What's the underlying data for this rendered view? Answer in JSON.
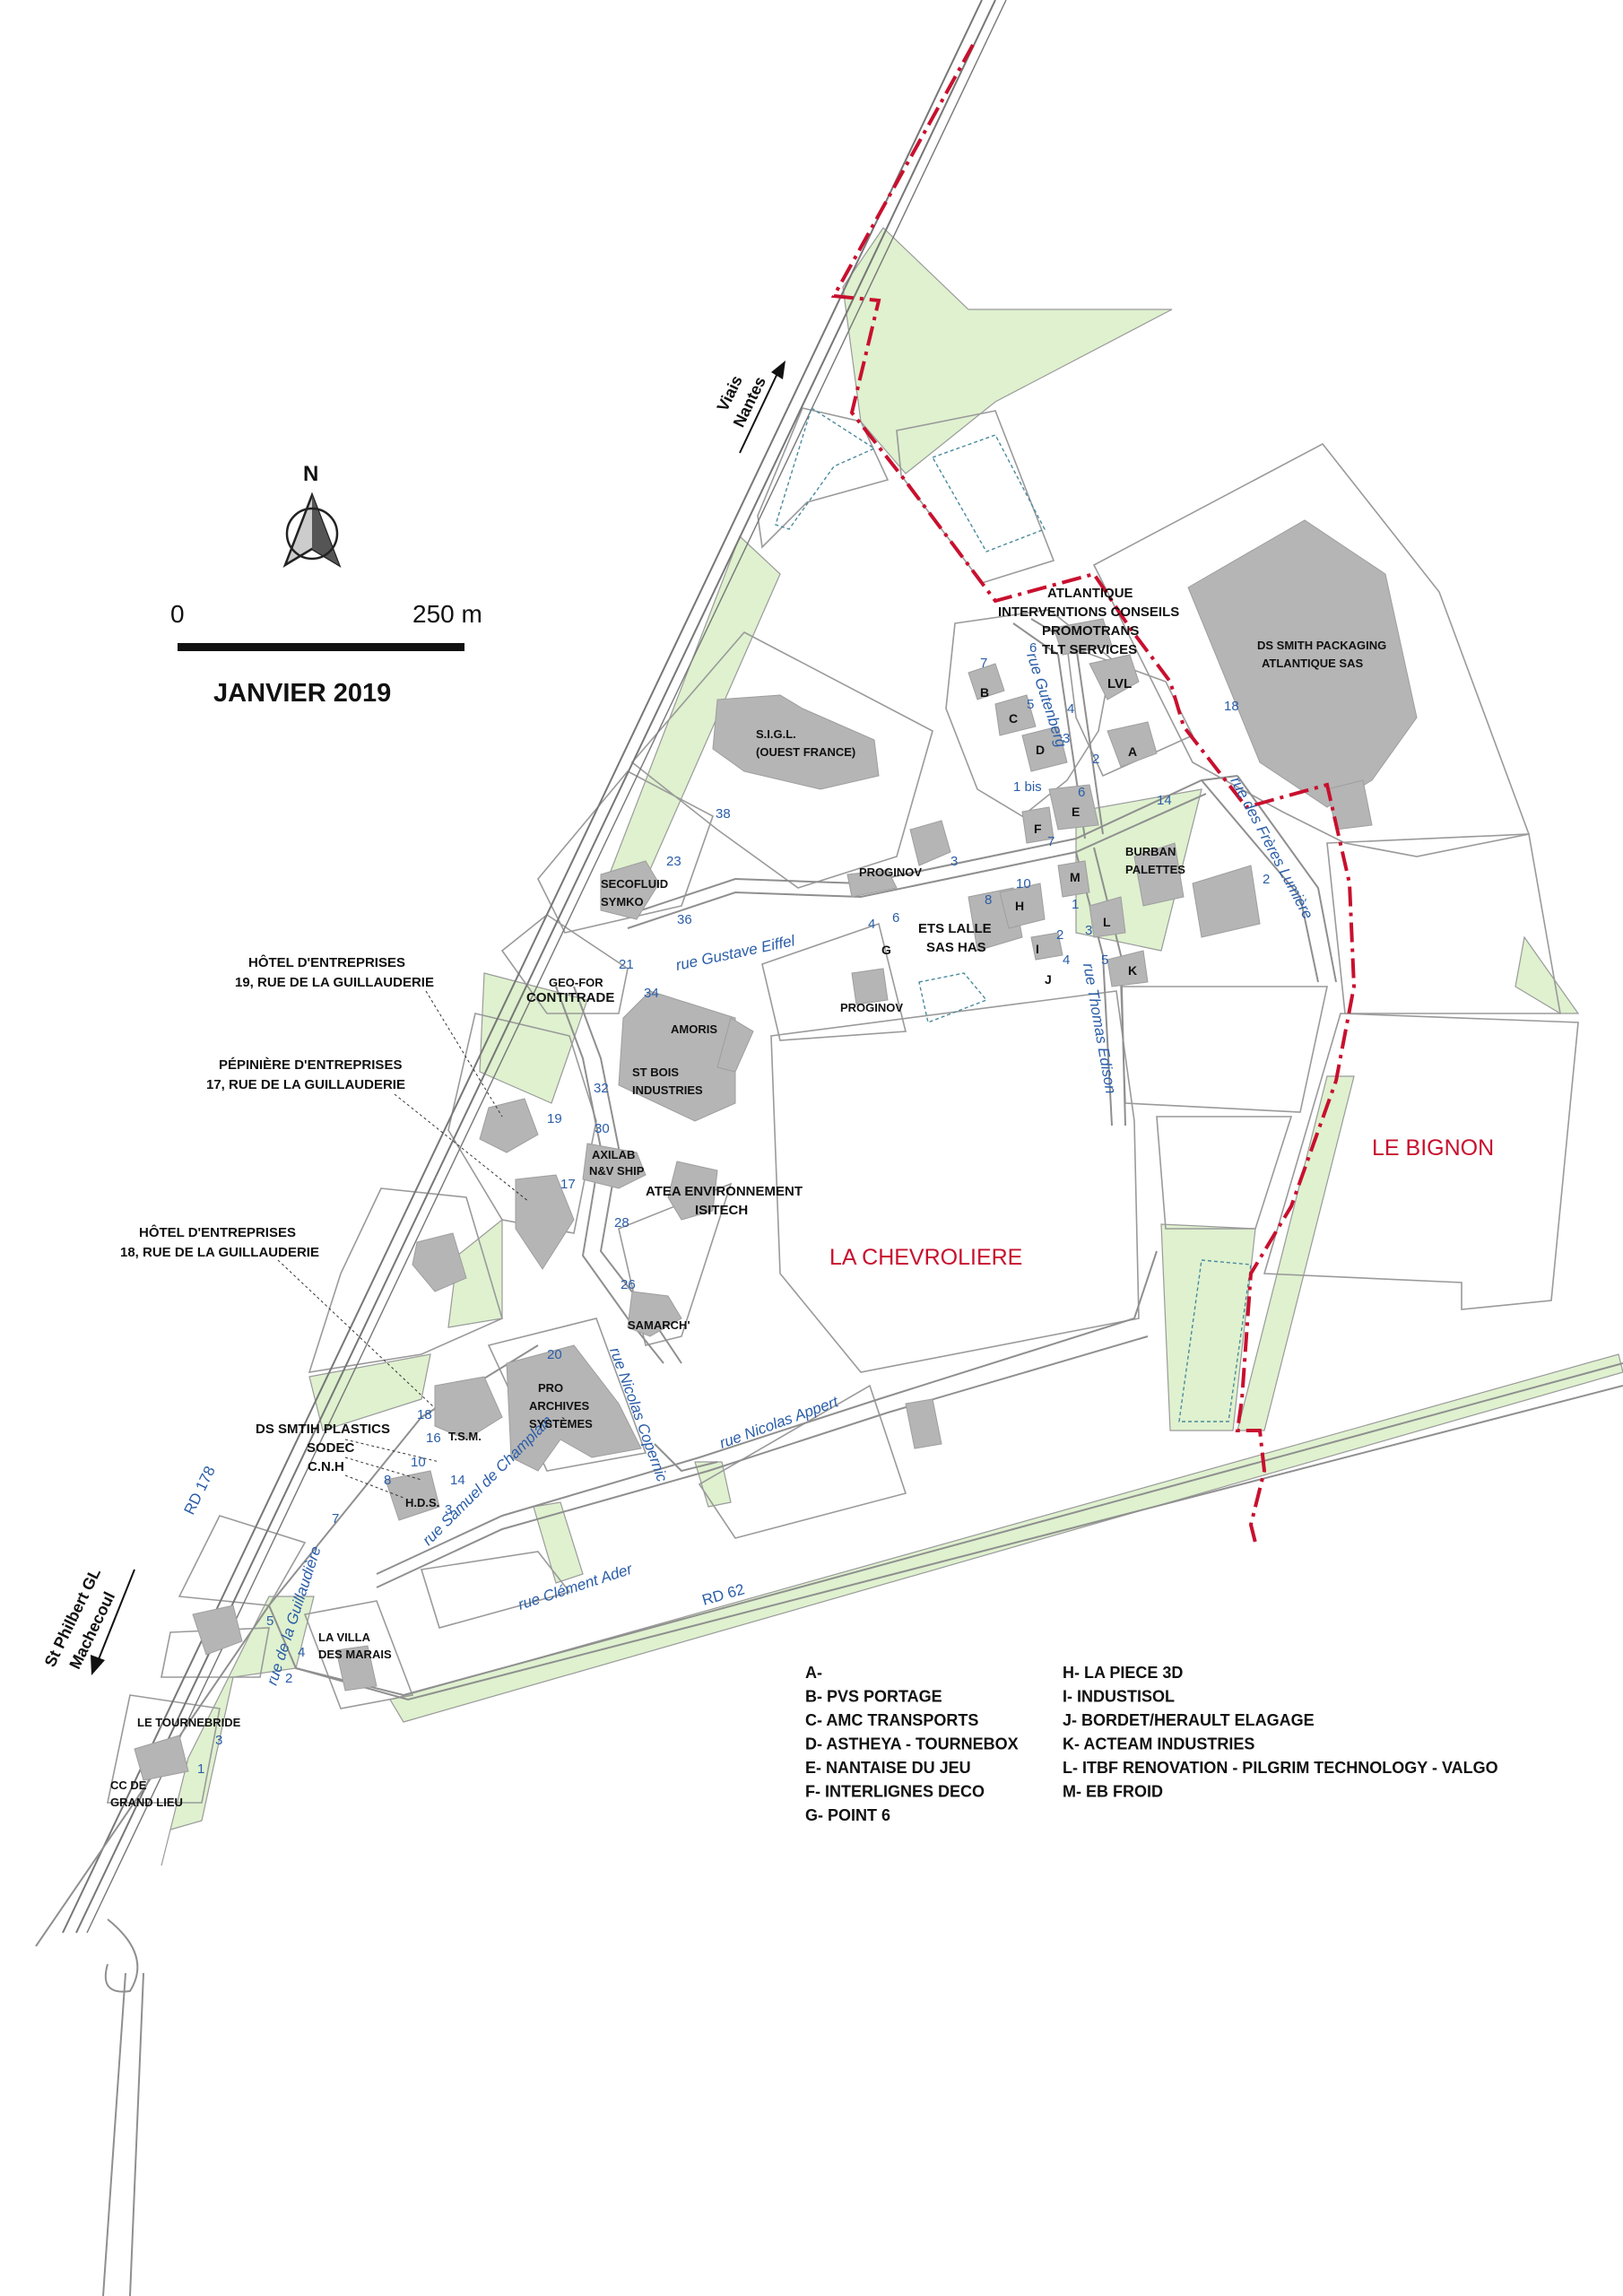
{
  "map": {
    "north_label": "N",
    "scale": {
      "start": "0",
      "end": "250  m"
    },
    "date": "JANVIER 2019",
    "communes": {
      "la_chevroliere": "LA CHEVROLIERE",
      "le_bignon": "LE BIGNON"
    },
    "directions": {
      "north_line1": "Viais",
      "north_line2": "Nantes",
      "south_line1": "St Philbert GL",
      "south_line2": "Machecoul"
    },
    "roads": {
      "rd178": "RD 178",
      "rd62": "RD 62"
    },
    "streets": {
      "gutenberg": "rue Gutenberg",
      "freres_lumiere": "rue des Frères Lumière",
      "gustave_eiffel": "rue Gustave Eiffel",
      "thomas_edison": "rue Thomas Edison",
      "nicolas_copernic": "rue Nicolas Copernic",
      "nicolas_appert": "rue Nicolas Appert",
      "samuel_champlain": "rue Samuel de Champlain",
      "clement_ader": "rue Clément Ader",
      "guillaudiere": "rue de la Guillaudière"
    },
    "companies": {
      "atlantique": "ATLANTIQUE",
      "interventions": "INTERVENTIONS CONSEILS",
      "promotrans": "PROMOTRANS",
      "tlt": "TLT SERVICES",
      "ds_smith_1": "DS SMITH PACKAGING",
      "ds_smith_2": "ATLANTIQUE SAS",
      "sigl_1": "S.I.G.L.",
      "sigl_2": "(OUEST FRANCE)",
      "lvl": "LVL",
      "burban_1": "BURBAN",
      "burban_2": "PALETTES",
      "secofluid": "SECOFLUID",
      "symko": "SYMKO",
      "proginov": "PROGINOV",
      "ets_lalle": "ETS LALLE",
      "sas_has": "SAS HAS",
      "geofor": "GEO-FOR",
      "contitrade": "CONTITRADE",
      "amoris": "AMORIS",
      "st_bois_1": "ST BOIS",
      "st_bois_2": "INDUSTRIES",
      "axilab": "AXILAB",
      "nv_ship": "N&V SHIP",
      "atea": "ATEA ENVIRONNEMENT",
      "isitech": "ISITECH",
      "samarch": "SAMARCH'",
      "pro_archives_1": "PRO",
      "pro_archives_2": "ARCHIVES",
      "pro_archives_3": "SYSTÈMES",
      "tsm": "T.S.M.",
      "hds": "H.D.S.",
      "ds_smtih_plastics": "DS SMTIH PLASTICS",
      "sodec": "SODEC",
      "cnh": "C.N.H",
      "villa_1": "LA VILLA",
      "villa_2": "DES MARAIS",
      "tournebride": "LE TOURNEBRIDE",
      "cc_1": "CC DE",
      "cc_2": "GRAND LIEU"
    },
    "annotations": {
      "hotel19_1": "HÔTEL D'ENTREPRISES",
      "hotel19_2": "19, RUE DE LA GUILLAUDERIE",
      "pepiniere_1": "PÉPINIÈRE D'ENTREPRISES",
      "pepiniere_2": "17, RUE DE LA GUILLAUDERIE",
      "hotel18_1": "HÔTEL D'ENTREPRISES",
      "hotel18_2": "18, RUE DE LA GUILLAUDERIE"
    },
    "letters": {
      "a": "A",
      "b": "B",
      "c": "C",
      "d": "D",
      "e": "E",
      "f": "F",
      "g": "G",
      "h": "H",
      "i": "I",
      "j": "J",
      "k": "K",
      "l": "L",
      "m": "M"
    },
    "numbers": {
      "n7a": "7",
      "n6a": "6",
      "n5a": "5",
      "n4a": "4",
      "n3a": "3",
      "n2a": "2",
      "n1bis": "1 bis",
      "n6b": "6",
      "n7b": "7",
      "n18a": "18",
      "n14a": "14",
      "n2b": "2",
      "n10a": "10",
      "n8a": "8",
      "n6c": "6",
      "n4b": "4",
      "n2c": "2",
      "n1a": "1",
      "n3b": "3",
      "n5b": "5",
      "n4c": "4",
      "n3c": "3",
      "n38": "38",
      "n23": "23",
      "n36": "36",
      "n34": "34",
      "n21": "21",
      "n32": "32",
      "n19": "19",
      "n30": "30",
      "n17": "17",
      "n28": "28",
      "n26": "26",
      "n20": "20",
      "n18b": "18",
      "n16": "16",
      "n10b": "10",
      "n8b": "8",
      "n14b": "14",
      "n3d": "3",
      "n7c": "7",
      "n5c": "5",
      "n4d": "4",
      "n2d": "2",
      "n3e": "3",
      "n1b": "1"
    },
    "legend": {
      "left": [
        "A-",
        "B- PVS PORTAGE",
        "C- AMC TRANSPORTS",
        "D- ASTHEYA - TOURNEBOX",
        "E- NANTAISE DU JEU",
        "F- INTERLIGNES DECO",
        "G- POINT 6"
      ],
      "right": [
        "H- LA PIECE 3D",
        "I- INDUSTISOL",
        "J- BORDET/HERAULT ELAGAGE",
        "K- ACTEAM INDUSTRIES",
        "L- ITBF RENOVATION - PILGRIM TECHNOLOGY - VALGO",
        "M- EB FROID"
      ]
    },
    "colors": {
      "boundary": "#c8102e",
      "green": "#dff1cf",
      "building": "#b5b5b5",
      "street_text": "#2a5da8"
    }
  }
}
